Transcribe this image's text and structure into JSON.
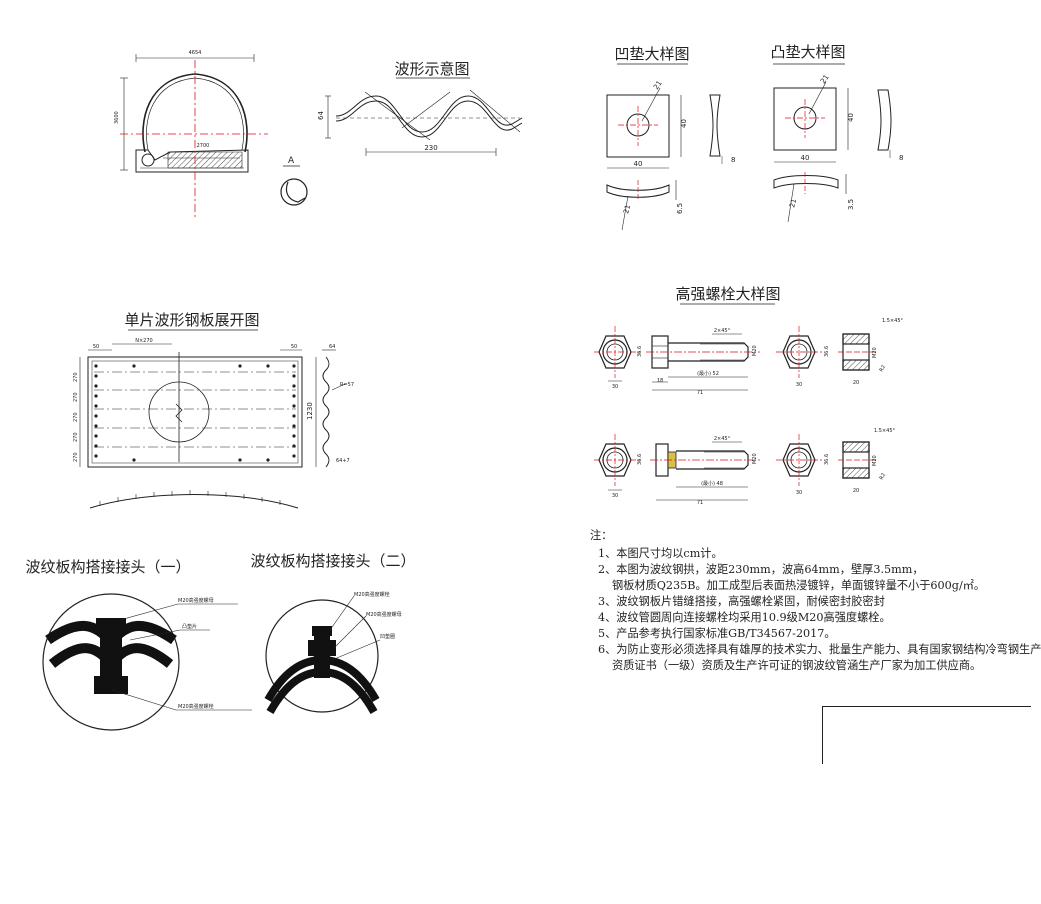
{
  "titles": {
    "wave_schematic": "波形示意图",
    "concave_pad": "凹垫大样图",
    "convex_pad": "凸垫大样图",
    "unfolded_plate": "单片波形钢板展开图",
    "bolt_detail": "高强螺栓大样图",
    "joint_1": "波纹板构搭接接头（一）",
    "joint_2": "波纹板构搭接接头（二）"
  },
  "section_label": "A",
  "dims": {
    "arch_width": "4654",
    "arch_height": "3600",
    "arch_base": "2700",
    "wave_pitch": "230",
    "wave_height": "64",
    "pad_width": "40",
    "pad_height": "40",
    "pad_thick": "8",
    "pad_hole": "21",
    "pad_side_a": "6.5",
    "pad_side_b": "3.5",
    "pad_r": "21",
    "plate_edge": "50",
    "plate_n": "N×270",
    "plate_row": "270",
    "plate_height": "1230",
    "plate_r": "R=57",
    "plate_thk": "64+7",
    "bolt_d": "36.6",
    "bolt_w": "30",
    "bolt_head": "18",
    "bolt_len": "71",
    "bolt_thread_a": "(最小) 52",
    "bolt_thread_b": "(最小) 48",
    "bolt_chamfer": "2×45°",
    "nut_w": "20",
    "nut_thread": "M20",
    "nut_r": "R2",
    "nut_chamfer": "1.5×45°"
  },
  "callouts": {
    "joint1_nut": "M20高强度螺母",
    "joint1_pad": "凸垫片",
    "joint1_bolt": "M20高强度螺栓",
    "joint2_bolt": "M20高强度螺栓",
    "joint2_nut": "M20高强度螺母",
    "joint2_pad": "凹垫圈"
  },
  "notes": {
    "heading": "注：",
    "lines": [
      "1、本图尺寸均以cm计。",
      "2、本图为波纹钢拱，波距230mm，波高64mm，壁厚3.5mm，",
      "钢板材质Q235B。加工成型后表面热浸镀锌，单面镀锌量不小于600g/㎡。",
      "3、波纹钢板片错缝搭接，高强螺栓紧固，耐候密封胶密封",
      "4、波纹管圆周向连接螺栓均采用10.9级M20高强度螺栓。",
      "5、产品参考执行国家标准GB/T34567-2017。",
      "6、为防止变形必须选择具有雄厚的技术实力、批量生产能力、具有国家钢结构冷弯钢生产",
      "资质证书（一级）资质及生产许可证的钢波纹管涵生产厂家为加工供应商。"
    ]
  },
  "colors": {
    "line": "#222222",
    "centerline": "#e0141c",
    "accent": "#d9c04a"
  }
}
